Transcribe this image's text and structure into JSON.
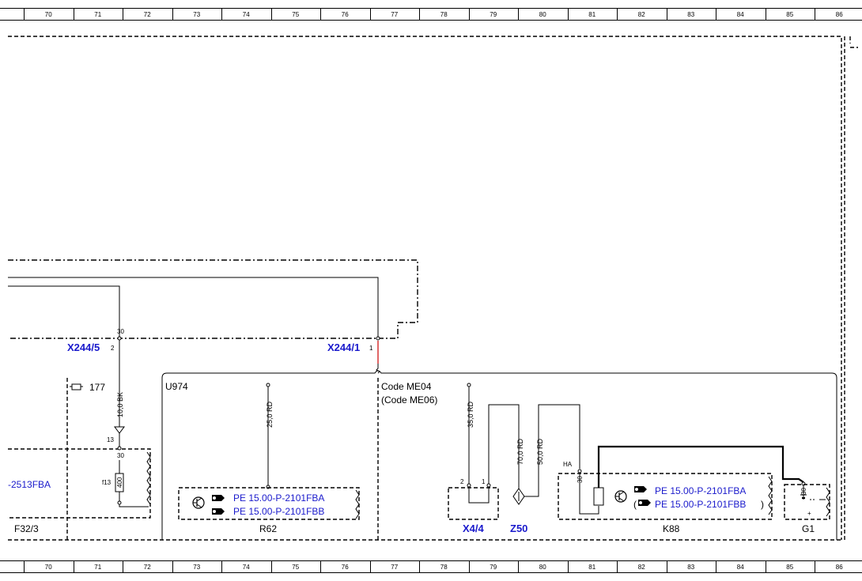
{
  "grid": {
    "columns": [
      "70",
      "71",
      "72",
      "73",
      "74",
      "75",
      "76",
      "77",
      "78",
      "79",
      "80",
      "81",
      "82",
      "83",
      "84",
      "85",
      "86"
    ]
  },
  "connectors": {
    "x244_5": "X244/5",
    "x244_5_pin_top": "30",
    "x244_5_pin": "2",
    "x244_1": "X244/1",
    "x244_1_pin": "1"
  },
  "wires": {
    "bk": "10,0 BK",
    "r62_rd": "25,0 RD",
    "x44_rd": "35,0 RD",
    "z50_rd1": "70,0 RD",
    "z50_rd2": "50,0 RD"
  },
  "fuse": {
    "ref": "177",
    "pin_13": "13",
    "pin_30": "30",
    "name": "f13",
    "rating": "400",
    "left_link": "-2513FBA",
    "component": "F32/3"
  },
  "modules": {
    "u974": "U974",
    "code_line1": "Code ME04",
    "code_line2": "(Code ME06)"
  },
  "r62": {
    "name": "R62",
    "link1": "PE 15.00-P-2101FBA",
    "link2": "PE 15.00-P-2101FBB"
  },
  "x4_4": {
    "name": "X4/4",
    "pin2": "2",
    "pin1": "1"
  },
  "z50": {
    "name": "Z50"
  },
  "k88": {
    "name": "K88",
    "pin_ha": "HA",
    "pin_30": "30",
    "link1": "PE 15.00-P-2101FBA",
    "link2": "PE 15.00-P-2101FBB",
    "link2_prefix": "(",
    "link2_suffix": ")"
  },
  "g1": {
    "name": "G1",
    "pin_30": "30",
    "plus": "+"
  },
  "colors": {
    "link": "#1a1acc",
    "wire": "#000000",
    "terminal_wire": "#cc0000"
  }
}
